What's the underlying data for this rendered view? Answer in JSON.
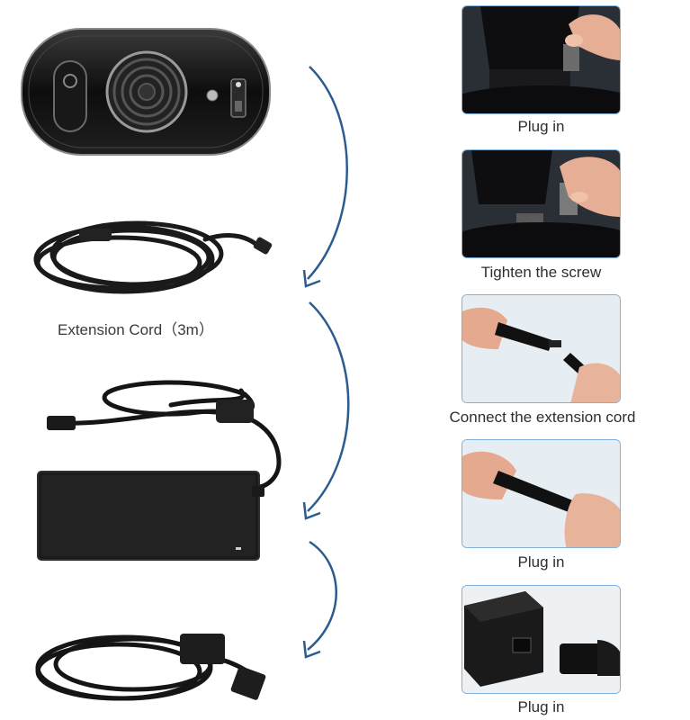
{
  "left_panel": {
    "extension_cord_caption": "Extension Cord（3m）"
  },
  "steps": [
    {
      "caption": "Plug in"
    },
    {
      "caption": "Tighten the screw"
    },
    {
      "caption": "Connect the extension cord"
    },
    {
      "caption": "Plug in"
    },
    {
      "caption": "Plug in"
    }
  ],
  "colors": {
    "frame_border": "#7fb1dc",
    "arrow": "#2b5c8f",
    "device": "#111111",
    "skin": "#e9b49a"
  }
}
